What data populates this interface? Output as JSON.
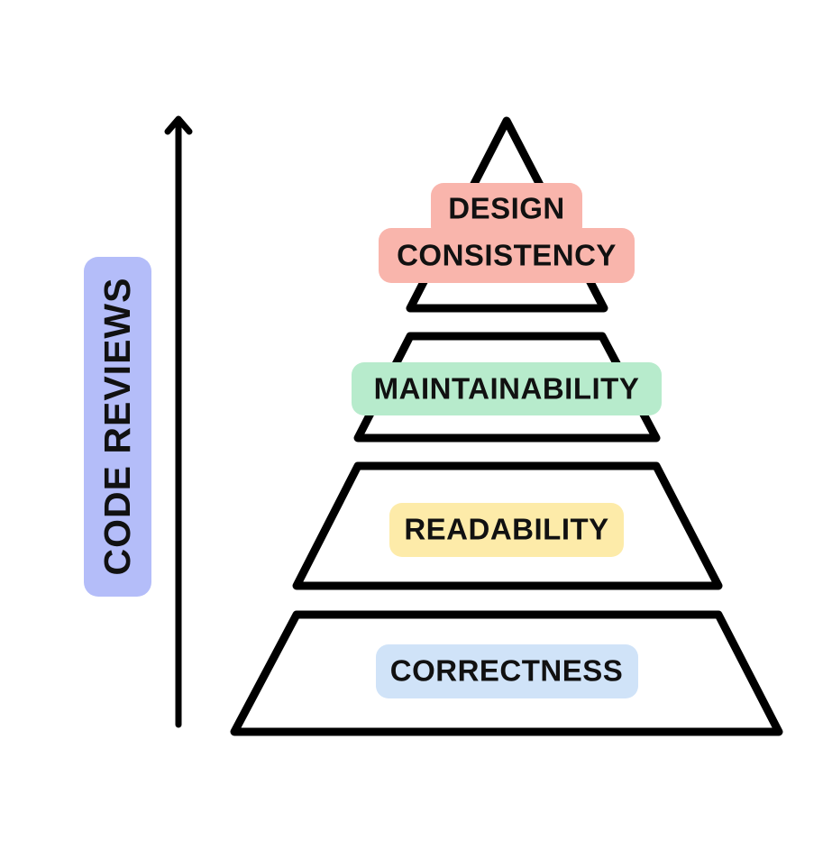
{
  "side_label": {
    "text": "CODE REVIEWS",
    "bg_color": "#b4bdf9"
  },
  "levels": [
    {
      "lines": [
        "DESIGN",
        "CONSISTENCY"
      ],
      "bg_color": "#f9b5ac"
    },
    {
      "lines": [
        "MAINTAINABILITY"
      ],
      "bg_color": "#b7ebcc"
    },
    {
      "lines": [
        "READABILITY"
      ],
      "bg_color": "#fdeba9"
    },
    {
      "lines": [
        "CORRECTNESS"
      ],
      "bg_color": "#d0e3f8"
    }
  ],
  "colors": {
    "outline": "#000000",
    "text": "#111111",
    "background": "#ffffff"
  }
}
